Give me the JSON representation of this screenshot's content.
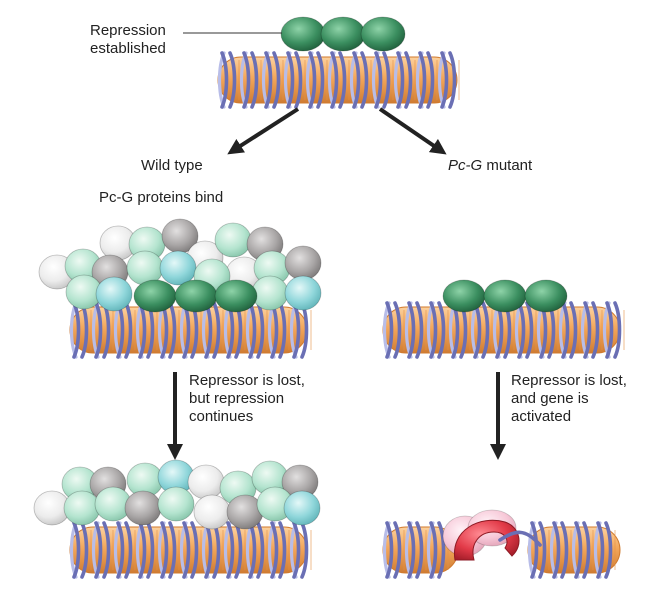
{
  "labels": {
    "repression_established_line1": "Repression",
    "repression_established_line2": "established",
    "wild_type": "Wild type",
    "pcg_mutant_italic": "Pc-G",
    "pcg_mutant_rest": " mutant",
    "pcg_proteins_bind": "Pc-G proteins bind",
    "left_lost_line1": "Repressor is lost,",
    "left_lost_line2": "but repression",
    "left_lost_line3": "continues",
    "right_lost_line1": "Repressor is lost,",
    "right_lost_line2": "and gene is",
    "right_lost_line3": "activated"
  },
  "colors": {
    "histone": "#f4a75a",
    "histone_dark": "#d07a2e",
    "dna": "#6a6fb4",
    "dna_light": "#b8bde8",
    "repressor": "#2f7f52",
    "repressor_light": "#7fc69a",
    "pcg_mint": "#b4e4cf",
    "pcg_white": "#ececec",
    "pcg_gray": "#a9a6a6",
    "pcg_cyan": "#8fd6da",
    "polymerase": "#e23a48",
    "polymerase_light": "#f7c9d8",
    "arrow": "#222222"
  }
}
